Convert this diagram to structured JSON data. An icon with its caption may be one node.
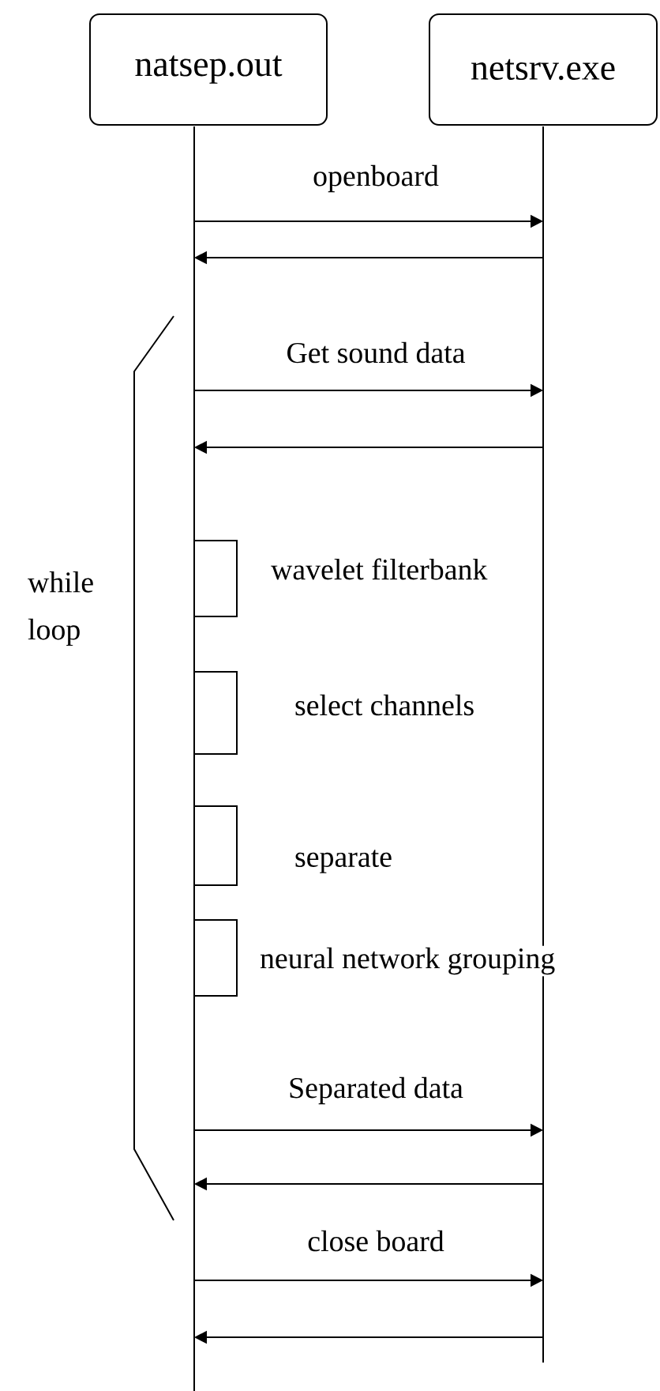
{
  "diagram": {
    "nodes": [
      {
        "text": [
          "natsep.out"
        ]
      },
      {
        "text": [
          "netsrv.exe"
        ]
      }
    ],
    "edges": [
      {
        "from": 0,
        "to": 1,
        "arrow": "to",
        "label": "openboard"
      },
      {
        "from": 1,
        "to": 0,
        "arrow": "to"
      },
      {
        "from": 0,
        "to": 1,
        "arrow": "to",
        "label": "Get sound data"
      },
      {
        "from": 1,
        "to": 0,
        "arrow": "to"
      },
      {
        "from": 0,
        "to": 1,
        "arrow": "to",
        "label": "Separated data"
      },
      {
        "from": 1,
        "to": 0,
        "arrow": "to"
      },
      {
        "from": 0,
        "to": 1,
        "arrow": "to",
        "label": "close board"
      },
      {
        "from": 1,
        "to": 0,
        "arrow": "to"
      }
    ],
    "labels": [
      "wavelet filterbank",
      "while loop",
      "select channels",
      "separate",
      "neural network grouping"
    ]
  }
}
